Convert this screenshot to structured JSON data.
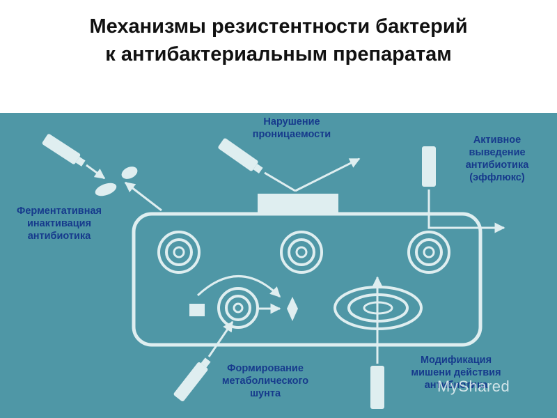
{
  "title": {
    "line1": "Механизмы резистентности бактерий",
    "line2": "к антибактериальным препаратам"
  },
  "labels": {
    "permeability": {
      "line1": "Нарушение",
      "line2": "проницаемости"
    },
    "efflux": {
      "line1": "Активное",
      "line2": "выведение",
      "line3": "антибиотика",
      "line4": "(эффлюкс)"
    },
    "enzymatic": {
      "line1": "Ферментативная",
      "line2": "инактивация",
      "line3": "антибиотика"
    },
    "shunt": {
      "line1": "Формирование",
      "line2": "метаболического",
      "line3": "шунта"
    },
    "target": {
      "line1": "Модификация",
      "line2": "мишени действия",
      "line3": "антибиотика"
    }
  },
  "watermark": "MyShared",
  "colors": {
    "background": "#4f97a6",
    "shapes": "#dfeef0",
    "label_text": "#163a8c"
  }
}
